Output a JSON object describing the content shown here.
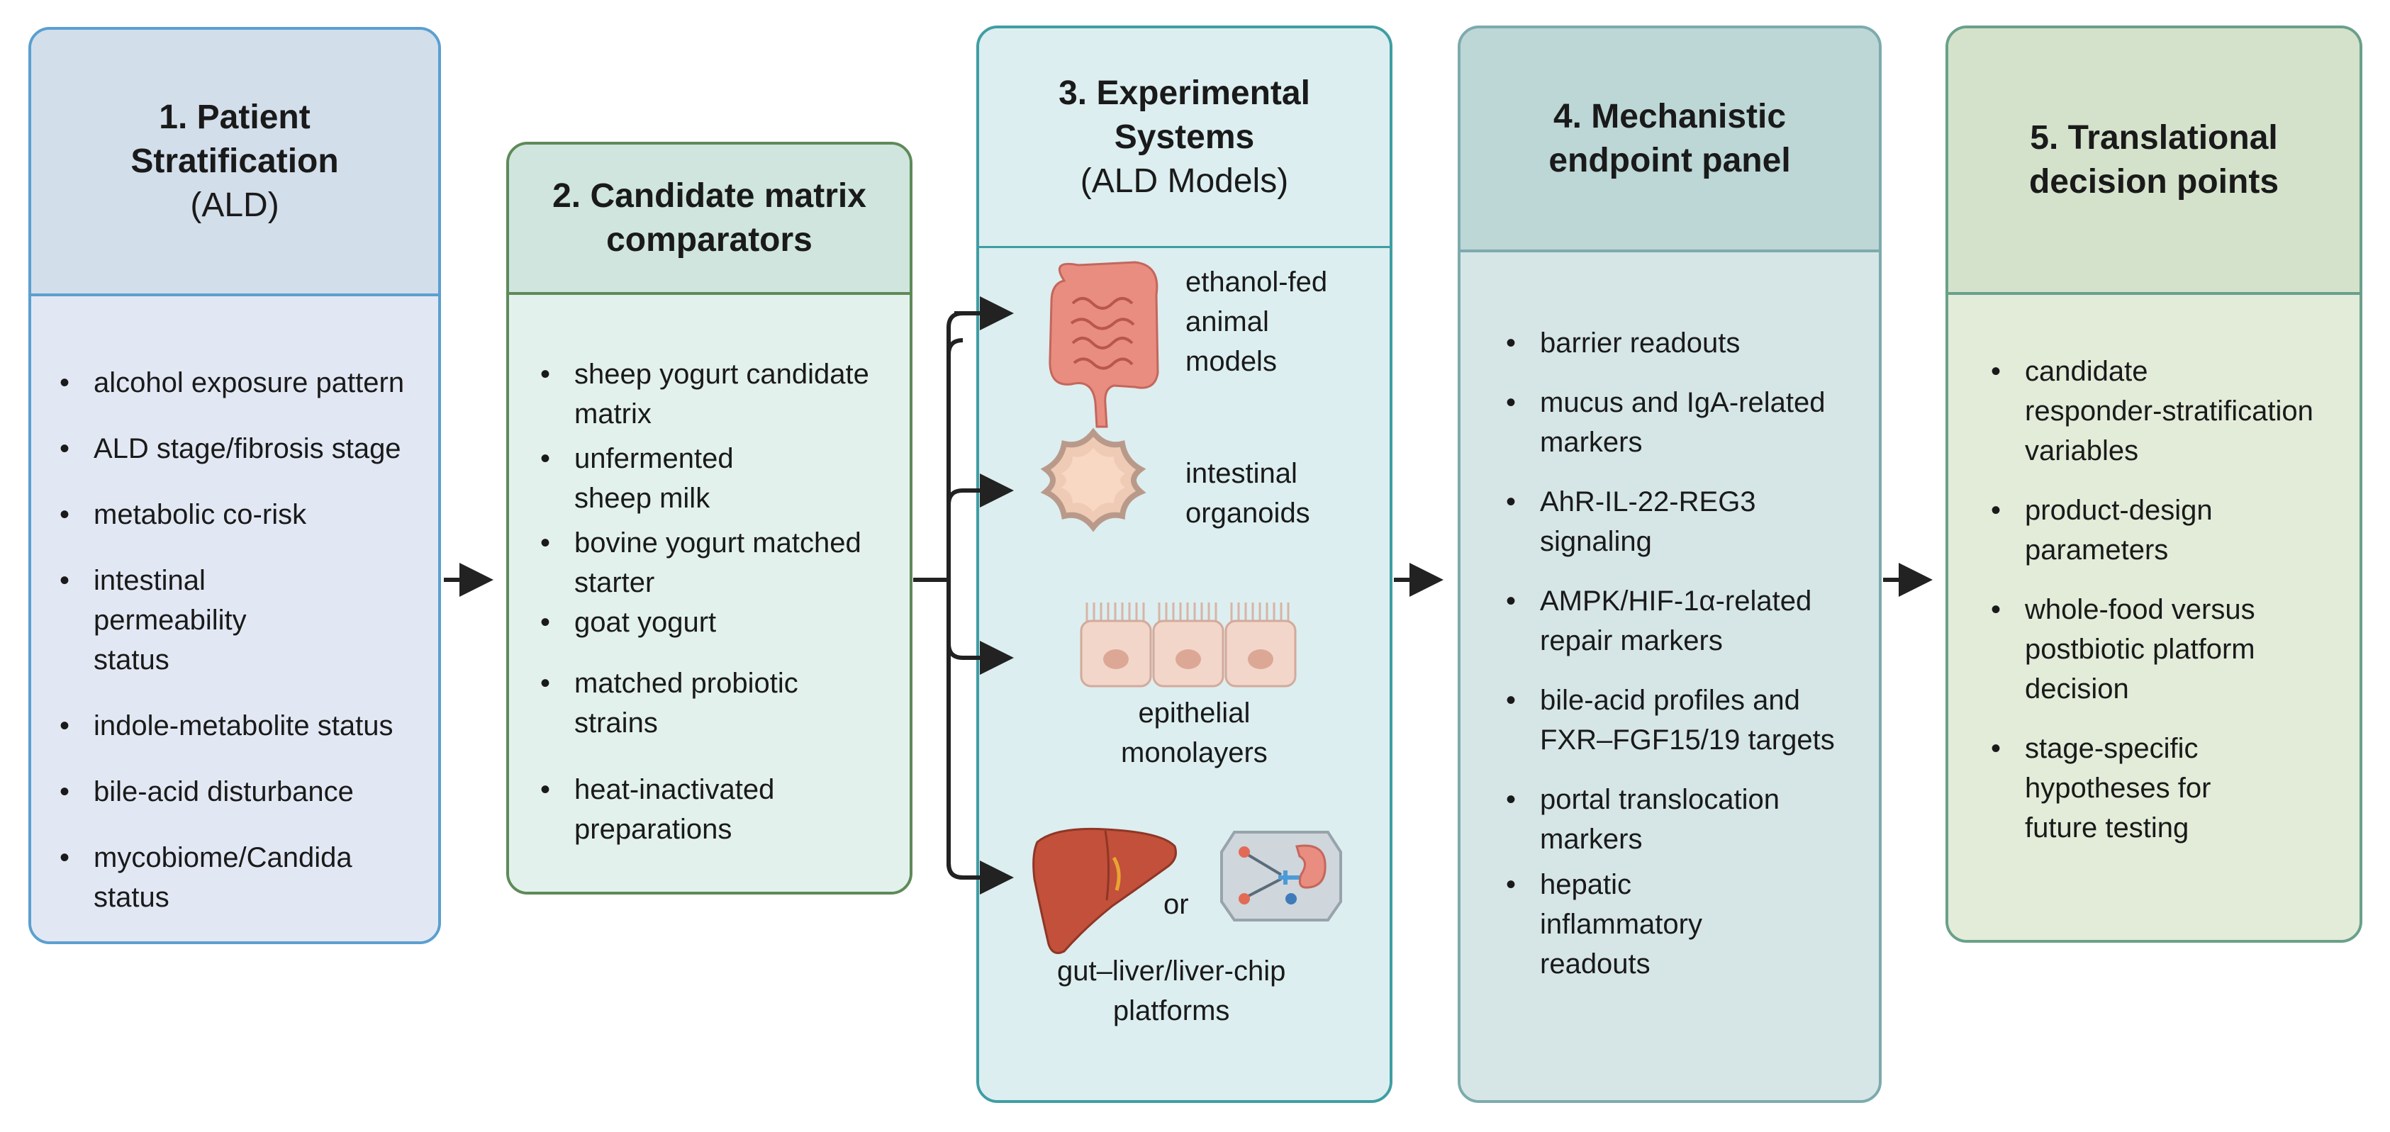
{
  "colors": {
    "panel1_border": "#5b9fd0",
    "panel1_head": "#d2deea",
    "panel1_body": "#e2e8f3",
    "panel2_border": "#5e8a58",
    "panel2_head": "#cfe5de",
    "panel2_body": "#e3f1ec",
    "panel3_border": "#3f9ea3",
    "panel3_body": "#dceef0",
    "panel4_border": "#7daaad",
    "panel4_head": "#bdd6d6",
    "panel4_body": "#d6e6e7",
    "panel5_border": "#6aa08a",
    "panel5_head": "#d4e2cc",
    "panel5_body": "#e2ecd9",
    "arrow": "#222222"
  },
  "panels": [
    {
      "title": "1. Patient Stratification",
      "subtitle": "(ALD)",
      "items": [
        "alcohol exposure pattern",
        "ALD stage/fibrosis stage",
        "metabolic co-risk",
        "intestinal\npermeability\nstatus",
        "indole-metabolite status",
        "bile-acid disturbance",
        "mycobiome/Candida\nstatus"
      ]
    },
    {
      "title": "2. Candidate matrix comparators",
      "items": [
        "sheep yogurt candidate\nmatrix",
        "unfermented\nsheep milk",
        "bovine yogurt matched\nstarter",
        "goat yogurt",
        "matched probiotic\nstrains",
        "heat-inactivated\npreparations"
      ]
    },
    {
      "title": "3. Experimental Systems",
      "subtitle": "(ALD Models)",
      "systems": [
        {
          "label": "ethanol-fed\nanimal\nmodels",
          "icon": "intestine-icon"
        },
        {
          "label": "intestinal\norganoids",
          "icon": "organoid-icon"
        },
        {
          "label": "epithelial\nmonolayers",
          "icon": "epithelial-cells-icon"
        },
        {
          "label": "gut–liver/liver-chip\nplatforms",
          "icon": "liver-icon",
          "or_label": "or",
          "icon2": "organ-chip-icon"
        }
      ]
    },
    {
      "title": "4. Mechanistic endpoint panel",
      "items": [
        "barrier readouts",
        "mucus and IgA-related\nmarkers",
        "AhR-IL-22-REG3\nsignaling",
        "AMPK/HIF-1α-related\nrepair markers",
        "bile-acid profiles and\nFXR–FGF15/19 targets",
        "portal translocation\nmarkers",
        "hepatic\ninflammatory\nreadouts"
      ]
    },
    {
      "title": "5. Translational decision points",
      "items": [
        "candidate\nresponder-stratification\nvariables",
        "product-design\nparameters",
        "whole-food versus\npostbiotic platform\ndecision",
        "stage-specific\nhypotheses for\nfuture testing"
      ]
    }
  ]
}
